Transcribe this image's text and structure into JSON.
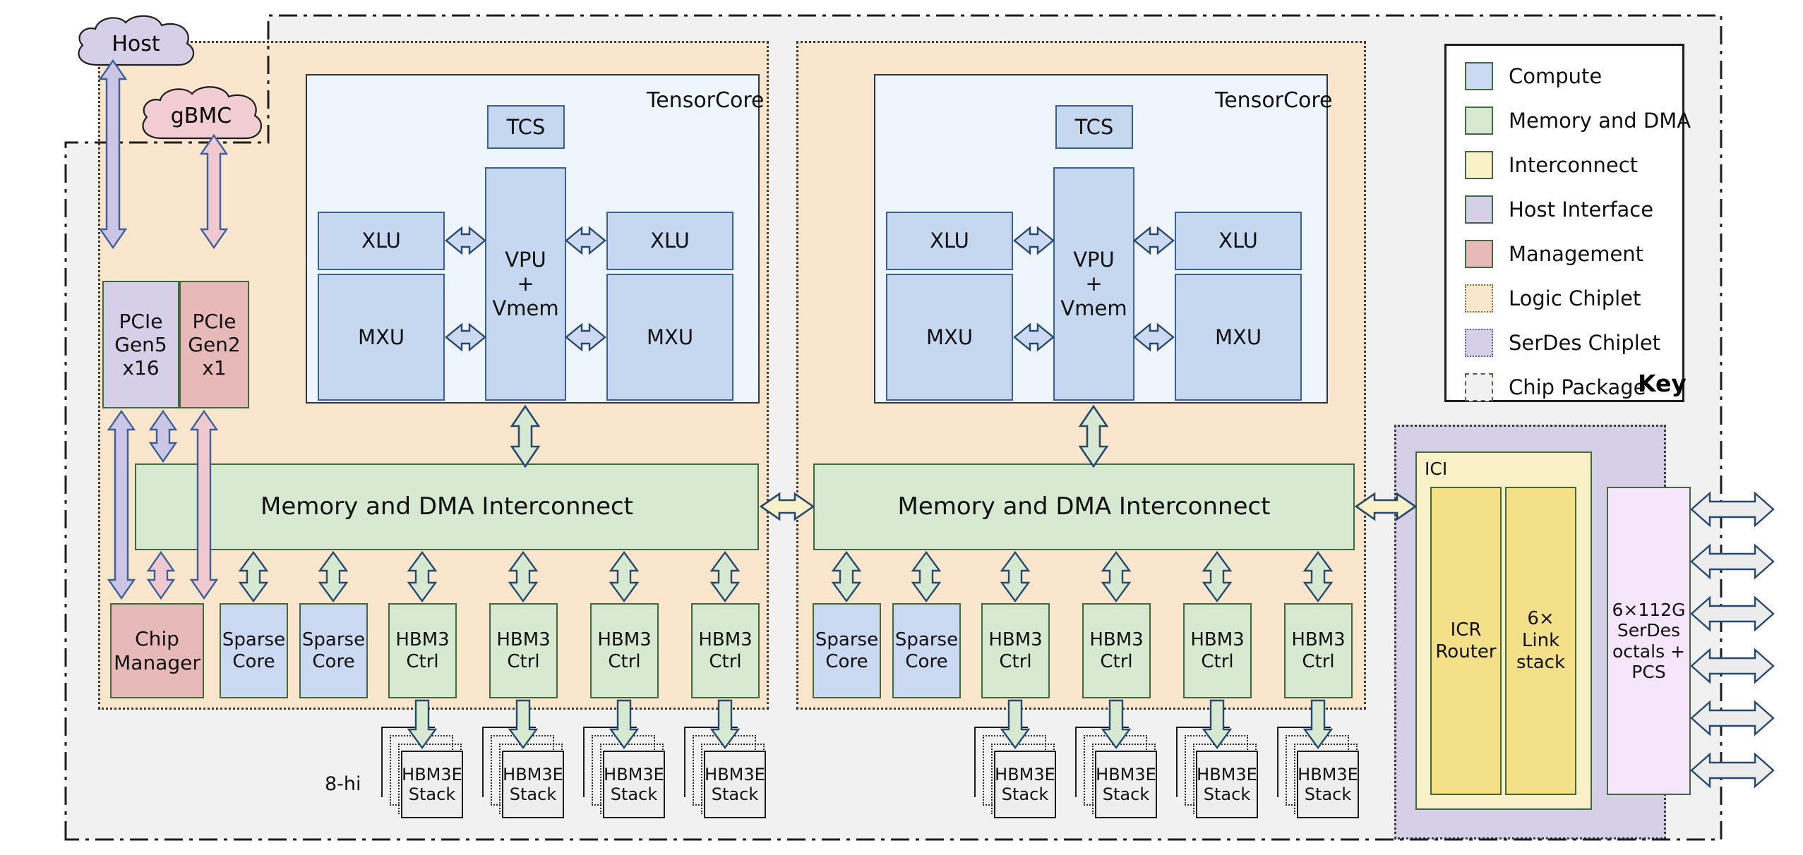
{
  "diagram": {
    "title": "TPU chip package block diagram",
    "external_nodes": [
      {
        "id": "host",
        "label": "Host",
        "kind": "cloud",
        "color": "#d5cfe8"
      },
      {
        "id": "gbmc",
        "label": "gBMC",
        "kind": "cloud",
        "color": "#f2cdd4"
      }
    ],
    "annotations": {
      "stack_height": "8-hi",
      "tensorcore_label": "TensorCore",
      "ici_label": "ICI"
    },
    "host_interface": [
      {
        "id": "pcie5",
        "label": "PCIe\nGen5\nx16",
        "category": "Host Interface"
      },
      {
        "id": "pcie2",
        "label": "PCIe\nGen2\nx1",
        "category": "Management"
      }
    ],
    "tensorcore_blocks": [
      {
        "id": "tcs",
        "label": "TCS"
      },
      {
        "id": "xlu_l",
        "label": "XLU"
      },
      {
        "id": "xlu_r",
        "label": "XLU"
      },
      {
        "id": "vpu",
        "label": "VPU\n+\nVmem"
      },
      {
        "id": "mxu_l",
        "label": "MXU"
      },
      {
        "id": "mxu_r",
        "label": "MXU"
      }
    ],
    "interconnect_label": "Memory and DMA Interconnect",
    "bottom_row_left": [
      {
        "id": "chipmgr",
        "label": "Chip\nManager",
        "category": "Management"
      },
      {
        "id": "sc_l1",
        "label": "Sparse\nCore",
        "category": "Compute"
      },
      {
        "id": "sc_l2",
        "label": "Sparse\nCore",
        "category": "Compute"
      },
      {
        "id": "hbm_l1",
        "label": "HBM3\nCtrl",
        "category": "Memory and DMA"
      },
      {
        "id": "hbm_l2",
        "label": "HBM3\nCtrl",
        "category": "Memory and DMA"
      },
      {
        "id": "hbm_l3",
        "label": "HBM3\nCtrl",
        "category": "Memory and DMA"
      },
      {
        "id": "hbm_l4",
        "label": "HBM3\nCtrl",
        "category": "Memory and DMA"
      }
    ],
    "bottom_row_right": [
      {
        "id": "sc_r1",
        "label": "Sparse\nCore",
        "category": "Compute"
      },
      {
        "id": "sc_r2",
        "label": "Sparse\nCore",
        "category": "Compute"
      },
      {
        "id": "hbm_r1",
        "label": "HBM3\nCtrl",
        "category": "Memory and DMA"
      },
      {
        "id": "hbm_r2",
        "label": "HBM3\nCtrl",
        "category": "Memory and DMA"
      },
      {
        "id": "hbm_r3",
        "label": "HBM3\nCtrl",
        "category": "Memory and DMA"
      },
      {
        "id": "hbm_r4",
        "label": "HBM3\nCtrl",
        "category": "Memory and DMA"
      }
    ],
    "hbm_stacks": [
      {
        "id": "st_l1",
        "label": "HBM3E\nStack"
      },
      {
        "id": "st_l2",
        "label": "HBM3E\nStack"
      },
      {
        "id": "st_l3",
        "label": "HBM3E\nStack"
      },
      {
        "id": "st_l4",
        "label": "HBM3E\nStack"
      },
      {
        "id": "st_r1",
        "label": "HBM3E\nStack"
      },
      {
        "id": "st_r2",
        "label": "HBM3E\nStack"
      },
      {
        "id": "st_r3",
        "label": "HBM3E\nStack"
      },
      {
        "id": "st_r4",
        "label": "HBM3E\nStack"
      }
    ],
    "ici_blocks": [
      {
        "id": "icr",
        "label": "ICR\nRouter"
      },
      {
        "id": "linkstack",
        "label": "6×\nLink\nstack"
      }
    ],
    "serdes_block": {
      "id": "serdes",
      "label": "6×112G\nSerDes\noctals +\nPCS"
    },
    "serdes_link_count": 6
  },
  "key": {
    "title": "Key",
    "items": [
      {
        "label": "Compute",
        "fill": "#ccd9f2",
        "stroke": "#41693f",
        "style": "solid"
      },
      {
        "label": "Memory and DMA",
        "fill": "#d7ead1",
        "stroke": "#41693f",
        "style": "solid"
      },
      {
        "label": "Interconnect",
        "fill": "#fbf1c8",
        "stroke": "#41693f",
        "style": "solid"
      },
      {
        "label": "Host Interface",
        "fill": "#d5cfe8",
        "stroke": "#41693f",
        "style": "solid"
      },
      {
        "label": "Management",
        "fill": "#e8b9b9",
        "stroke": "#41693f",
        "style": "solid"
      },
      {
        "label": "Logic Chiplet",
        "fill": "#fae5cd",
        "stroke": "#8a6a3a",
        "style": "dotted"
      },
      {
        "label": "SerDes Chiplet",
        "fill": "#d5cfe8",
        "stroke": "#6a5a8a",
        "style": "dotted"
      },
      {
        "label": "Chip Package",
        "fill": "#f1f1f1",
        "stroke": "#41693f",
        "style": "dashed"
      }
    ]
  }
}
